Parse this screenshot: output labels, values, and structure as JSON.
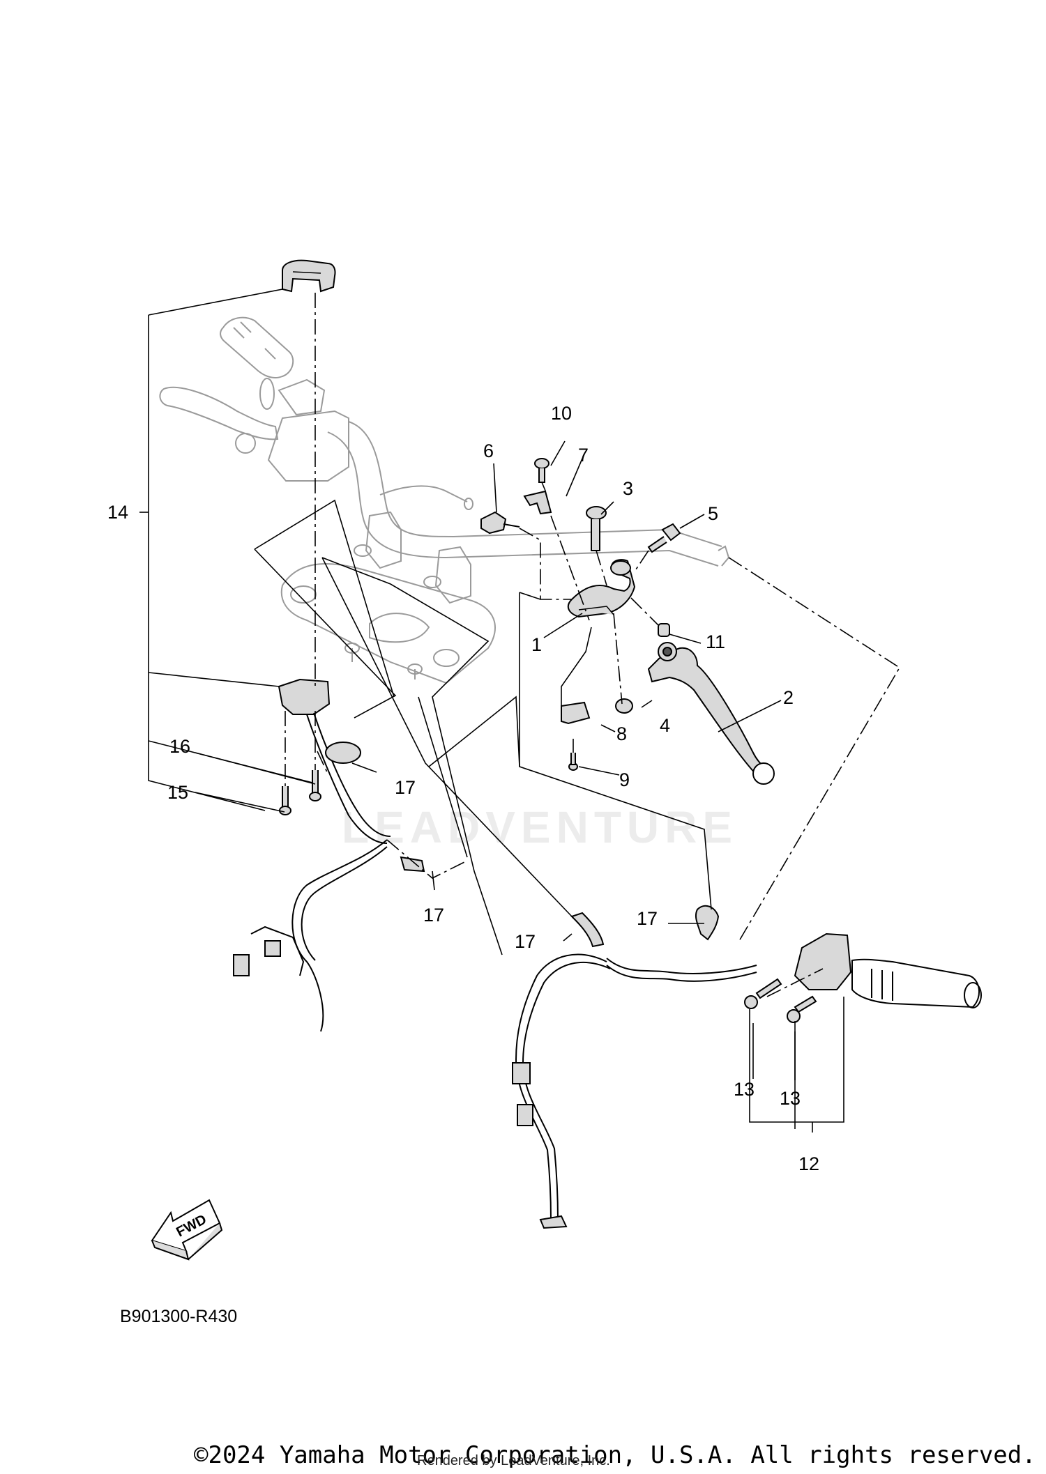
{
  "diagram": {
    "part_code": "B901300-R430",
    "fwd_label": "FWD",
    "watermark": "LEADVENTURE",
    "copyright": "©2024 Yamaha Motor Corporation, U.S.A. All rights reserved.",
    "rendered_by": "Rendered by LeadVenture, Inc.",
    "callouts": [
      "1",
      "2",
      "3",
      "4",
      "5",
      "6",
      "7",
      "8",
      "9",
      "10",
      "11",
      "12",
      "13",
      "13",
      "14",
      "15",
      "16",
      "17",
      "17",
      "17",
      "17"
    ]
  },
  "colors": {
    "line": "#000000",
    "ghost": "#9a9a9a",
    "fill": "#d9d9d9",
    "dark": "#555555"
  }
}
